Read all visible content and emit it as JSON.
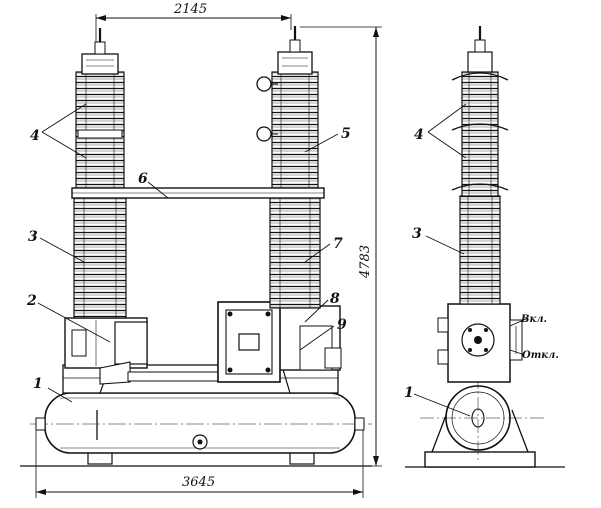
{
  "dimensions": {
    "top_width": "2145",
    "height": "4783",
    "base_width": "3645"
  },
  "callouts": {
    "front": [
      "1",
      "2",
      "3",
      "4",
      "5",
      "6",
      "7",
      "8",
      "9"
    ],
    "side": [
      "1",
      "3",
      "4"
    ]
  },
  "positions": {
    "on": "Вкл.",
    "off": "Откл."
  }
}
